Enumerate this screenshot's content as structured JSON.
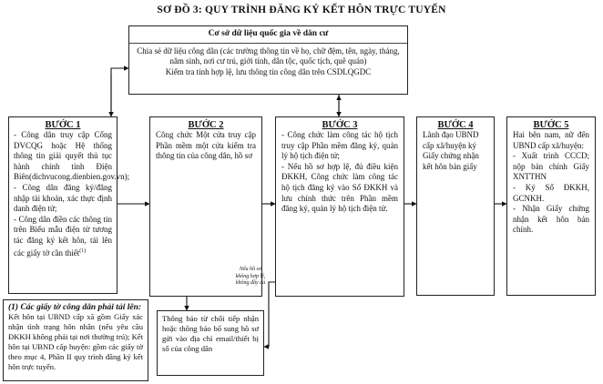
{
  "title": "SƠ ĐỒ 3: QUY TRÌNH ĐĂNG KÝ KẾT HÔN TRỰC TUYẾN",
  "database": {
    "heading": "Cơ sở dữ liệu quốc gia về dân cư",
    "line1": "Chia sẻ dữ liệu công dân (các trường thông tin về họ, chữ đệm, tên, ngày, tháng, năm sinh, nơi cư trú, giới tính, dân tộc, quốc tịch, quê quán)",
    "line2": "Kiểm tra tính hợp lệ, lưu thông tin công dân trên CSDLQGDC"
  },
  "step1": {
    "heading": "BƯỚC 1",
    "items": [
      "- Công dân truy cập Cổng DVCQG hoặc Hệ thống thông tin giải quyết thủ tục hành chính tỉnh Điện Biên(dichvucong.dienbien.gov.vn);",
      "- Công dân đăng ký/đăng nhập tài khoản, xác thực định danh điện tử;",
      "- Công dân điền các thông tin trên Biểu mẫu điện tử tương tác đăng ký kết hôn, tải lên các giấy tờ cần thiết"
    ],
    "footnote_ref": "(1)"
  },
  "step2": {
    "heading": "BƯỚC 2",
    "text": "Công chức Một cửa truy cập Phần mềm một cửa kiểm tra thông tin của công dân, hồ sơ"
  },
  "step3": {
    "heading": "BƯỚC 3",
    "items": [
      "- Công chức làm công tác hộ tịch truy cập Phần mềm đăng ký, quản lý hộ tịch điện tử;",
      "- Nếu hồ sơ hợp lệ, đủ điều kiện ĐKKH, Công chức làm công tác hộ tịch đăng ký vào Sổ ĐKKH và lưu chính thức trên Phần mềm đăng ký, quản lý hộ tịch điện tử."
    ]
  },
  "step4": {
    "heading": "BƯỚC 4",
    "text": "Lãnh đạo UBND cấp xã/huyện ký Giấy chứng nhận kết hôn bản giấy"
  },
  "step5": {
    "heading": "BƯỚC 5",
    "items": [
      "Hai bên nam, nữ đến UBND cấp xã/huyện:",
      "- Xuất trình CCCD; nộp bản chính Giấy XNTTHN",
      "- Ký Sổ ĐKKH, GCNKH.",
      "- Nhận Giấy chứng nhận kết hôn bản chính."
    ]
  },
  "invalid_label": "Nếu hồ sơ không hợp lệ, không đầy đủ",
  "notify": {
    "text": "Thông báo từ chối tiếp nhận hoặc thông báo bổ sung hồ sơ gửi vào địa chỉ email/thiết bị số của công dân"
  },
  "note": {
    "heading": "(1) Các giấy tờ công dân phải tải lên:",
    "text": "Kết hôn tại UBND cấp xã gồm Giấy xác nhận tình trạng hôn nhân (nếu yêu cầu ĐKKH không phải tại nơi thường trú); Kết hôn tại UBND cấp huyện: gồm các giấy tờ theo mục 4, Phần II quy trình đăng ký kết hôn trực tuyến."
  }
}
